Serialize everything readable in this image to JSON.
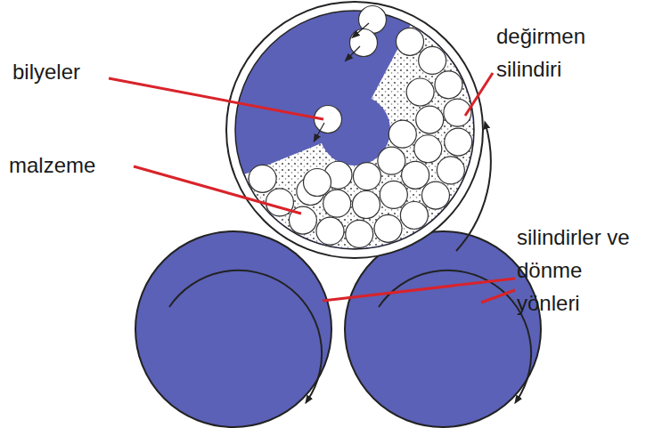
{
  "diagram": {
    "labels": [
      "bilyeler",
      "malzeme",
      "değirmen silindiri",
      "silindirler ve dönme yönleri"
    ]
  }
}
